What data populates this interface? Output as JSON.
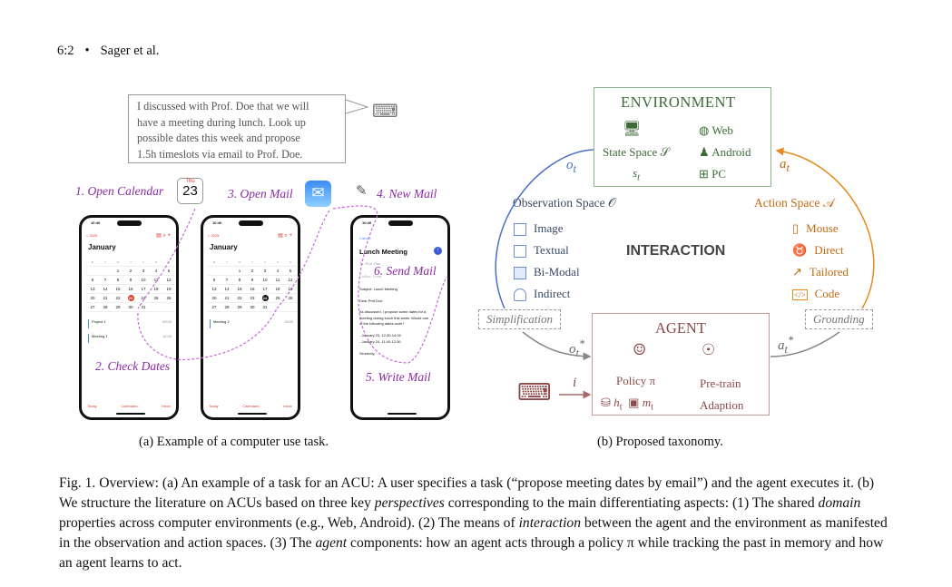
{
  "header": {
    "page": "6:2",
    "bullet": "•",
    "authors": "Sager et al."
  },
  "task": {
    "prompt": [
      "I discussed with Prof. Doe that we will",
      "have a meeting during lunch. Look up",
      "possible dates this week and propose",
      "1.5h timeslots via email to Prof. Doe."
    ]
  },
  "steps": {
    "s1": "1. Open Calendar",
    "s2": "2. Check Dates",
    "s3": "3. Open Mail",
    "s4": "4. New Mail",
    "s5": "5. Write Mail",
    "s6": "6. Send Mail"
  },
  "calendar_icon": {
    "day": "Thu",
    "date": "23"
  },
  "phone": {
    "time": "10:40",
    "year": "< 2025",
    "month": "January",
    "weekdays": [
      "M",
      "T",
      "W",
      "T",
      "F",
      "S",
      "S"
    ],
    "rows": [
      [
        "",
        "",
        "1",
        "2",
        "3",
        "4",
        "5"
      ],
      [
        "6",
        "7",
        "8",
        "9",
        "10",
        "11",
        "12"
      ],
      [
        "13",
        "14",
        "15",
        "16",
        "17",
        "18",
        "19"
      ],
      [
        "20",
        "21",
        "22",
        "23",
        "24",
        "25",
        "26"
      ],
      [
        "27",
        "28",
        "29",
        "30",
        "31",
        "",
        ""
      ]
    ],
    "events1": [
      {
        "name": "Project 1",
        "start": "09:00",
        "end": "12:00"
      },
      {
        "name": "Meeting 1",
        "start": "12:00",
        "end": "13:00"
      }
    ],
    "events2": [
      {
        "name": "Meeting 2",
        "start": "13:00",
        "end": "14:00"
      }
    ],
    "tabs": [
      "Today",
      "Calendars",
      "Inbox"
    ],
    "mail": {
      "cancel": "Cancel",
      "title": "Lunch Meeting",
      "to": "To: Prof. Doe",
      "cc": "Cc/Bcc, From:",
      "subject": "Subject: Lunch Meeting",
      "greeting": "Dear Prof Doe",
      "body": [
        "As discussed, I propose some dates for a",
        "meeting during lunch this week. Would one",
        "of the following dates work?"
      ],
      "slots": [
        "- January 23, 12:30-14:00",
        "- January 24, 11:00-12:30"
      ],
      "sign": "Sincerely,"
    }
  },
  "captions": {
    "a": "(a) Example of a computer use task.",
    "b": "(b) Proposed taxonomy."
  },
  "taxonomy": {
    "environment": {
      "title": "ENVIRONMENT",
      "state_space": "State Space 𝒮",
      "state": "s",
      "state_sub": "t",
      "domains": [
        "Web",
        "Android",
        "PC"
      ]
    },
    "interaction": "INTERACTION",
    "observation": {
      "title": "Observation Space 𝒪",
      "items": [
        "Image",
        "Textual",
        "Bi-Modal",
        "Indirect"
      ]
    },
    "action": {
      "title": "Action Space 𝒜",
      "items": [
        "Mouse",
        "Direct",
        "Tailored",
        "Code"
      ]
    },
    "agent": {
      "title": "AGENT",
      "policy": "Policy π",
      "history": "h",
      "history_sub": "t",
      "memory": "m",
      "memory_sub": "t",
      "pretrain": "Pre-train",
      "adaption": "Adaption"
    },
    "simplification": "Simplification",
    "grounding": "Grounding",
    "labels": {
      "o": "o",
      "a": "a",
      "t": "t",
      "star": "*",
      "i": "i"
    },
    "colors": {
      "environment": "#3d6b38",
      "observation": "#4a6fc9",
      "action": "#e58a1f",
      "agent": "#8c4a4a"
    }
  },
  "figure_caption": {
    "lead": "Fig. 1.  Overview: (a) An example of a task for an ACU: A user specifies a task (“propose meeting dates by email”) and the agent executes it. (b) We structure the literature on ACUs based on three key ",
    "perspectives": "perspectives",
    "p2": " corresponding to the main differentiating aspects: (1) The shared ",
    "domain": "domain",
    "p3": " properties across computer environments (e.g., Web, Android). (2) The means of ",
    "interaction": "interaction",
    "p4": " between the agent and the environment as manifested in the observation and action spaces. (3) The ",
    "agent": "agent",
    "p5": " components: how an agent acts through a policy π while tracking the past in memory and how an agent learns to act."
  }
}
